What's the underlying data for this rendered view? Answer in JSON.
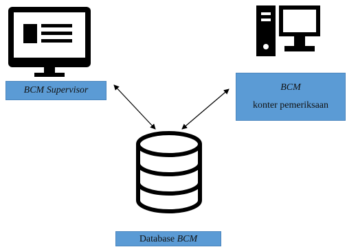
{
  "nodes": {
    "supervisor": {
      "label": "BCM Supervisor",
      "icon": "monitor-icon"
    },
    "konter": {
      "line1": "BCM",
      "line2": "konter pemeriksaan",
      "icon": "desktop-computer-icon"
    },
    "database": {
      "prefix": "Database ",
      "name": "BCM",
      "icon": "database-icon"
    }
  },
  "edges": [
    {
      "from": "supervisor",
      "to": "database",
      "style": "bidirectional-arrow"
    },
    {
      "from": "konter",
      "to": "database",
      "style": "bidirectional-arrow"
    }
  ],
  "colors": {
    "label_fill": "#5b9bd5",
    "icon": "#000000",
    "arrow": "#000000"
  }
}
